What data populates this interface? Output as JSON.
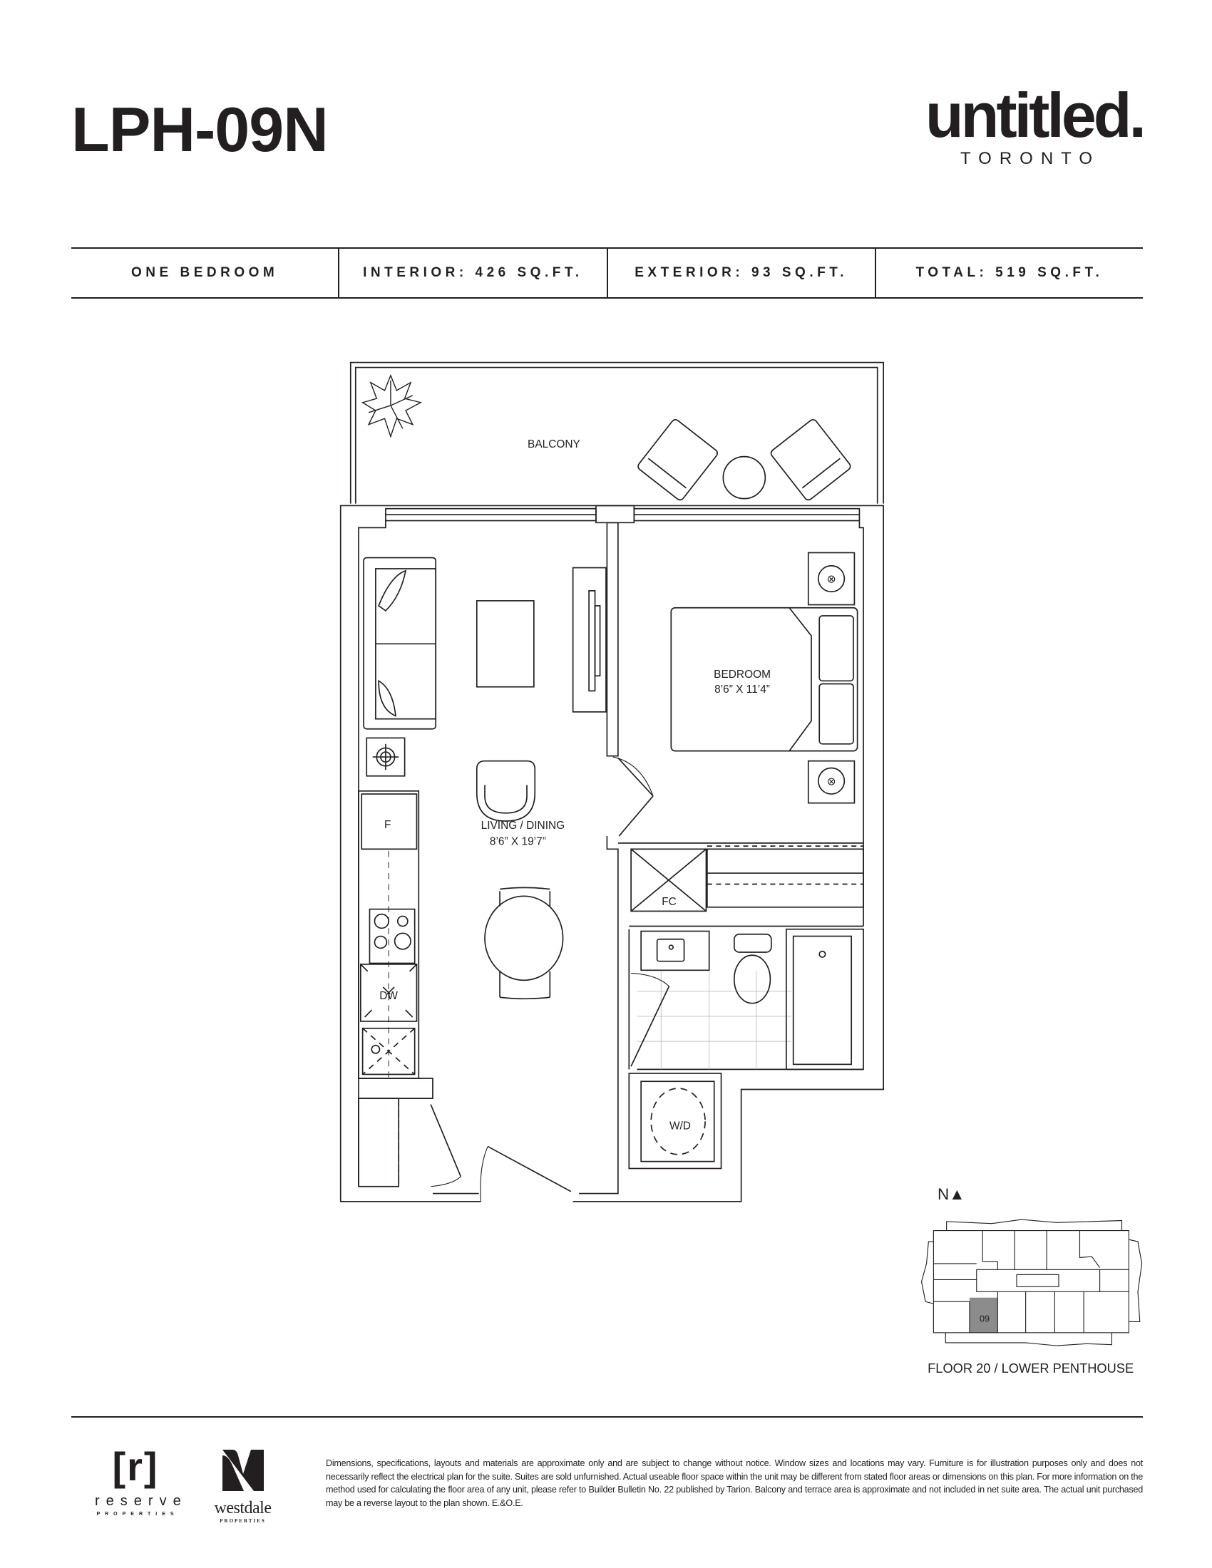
{
  "header": {
    "unit_name": "LPH-09N",
    "brand": "untitled.",
    "brand_city": "TORONTO"
  },
  "specs": [
    {
      "label": "ONE BEDROOM"
    },
    {
      "label": "INTERIOR: 426 SQ.FT."
    },
    {
      "label": "EXTERIOR: 93 SQ.FT."
    },
    {
      "label": "TOTAL: 519 SQ.FT."
    }
  ],
  "plan": {
    "balcony": "BALCONY",
    "bedroom": "BEDROOM",
    "bedroom_dims": "8’6” X 11’4”",
    "living": "LIVING / DINING",
    "living_dims": "8’6” X 19’7”",
    "fridge": "F",
    "dishwasher": "DW",
    "closet": "FC",
    "washer_dryer": "W/D"
  },
  "keyplan": {
    "north": "N▲",
    "unit": "09",
    "floor_label": "FLOOR 20 / LOWER PENTHOUSE",
    "highlight_color": "#8c8c8c"
  },
  "footer": {
    "disclaimer": "Dimensions, specifications, layouts and materials are approximate only and are subject to change without notice. Window sizes and locations may vary. Furniture is for illustration purposes only and does not necessarily reflect the electrical plan for the suite. Suites are sold unfurnished. Actual useable floor space within the unit may be different from stated floor areas or dimensions on this plan.  For more information on the method used for calculating the floor area of any unit, please refer to Builder Bulletin No. 22 published by Tarion. Balcony and terrace area is approximate and not included in net suite area. The actual unit purchased may be a reverse layout to the plan shown. E.&O.E.",
    "reserve_mark": "[r]",
    "reserve_name": "reserve",
    "reserve_sub": "PROPERTIES",
    "westdale_name": "westdale",
    "westdale_sub": "PROPERTIES"
  }
}
